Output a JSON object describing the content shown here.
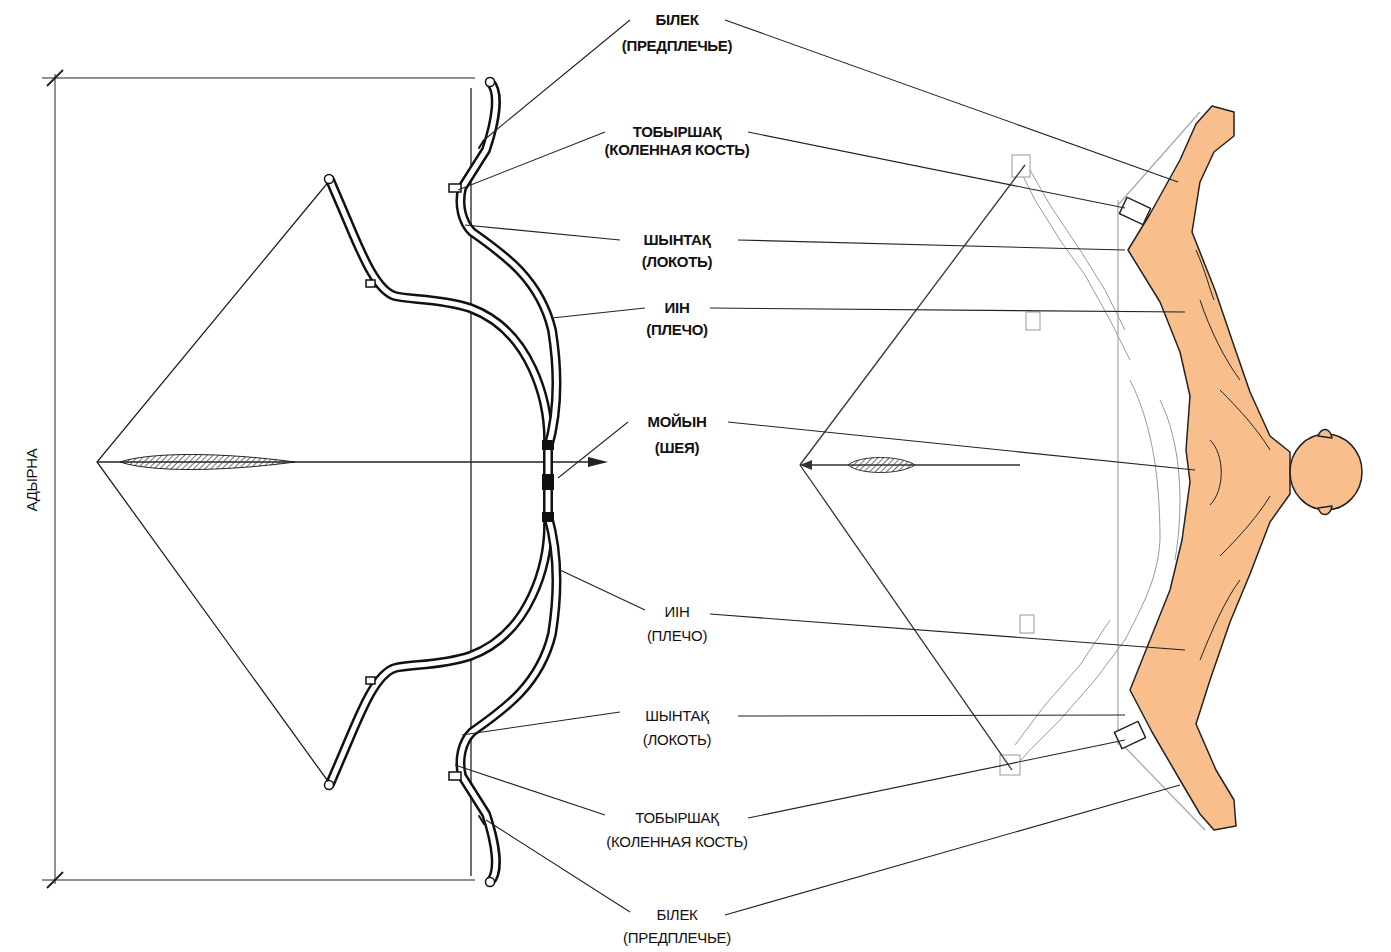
{
  "diagram": {
    "labels": [
      "БІЛЕК",
      "(ПРЕДПЛЕЧЬЕ)",
      "ТОБЫРШАҚ",
      "(КОЛЕННАЯ КОСТЬ)",
      "ШЫНТАҚ",
      "(ЛОКОТЬ)",
      "ИІН",
      "(ПЛЕЧО)",
      "МОЙЫН",
      "(ШЕЯ)",
      "ИІН",
      "(ПЛЕЧО)",
      "ШЫНТАҚ",
      "(ЛОКОТЬ)",
      "ТОБЫРШАҚ",
      "(КОЛЕННАЯ КОСТЬ)",
      "БІЛЕК",
      "(ПРЕДПЛЕЧЬЕ)",
      "АДЫРНА"
    ]
  }
}
